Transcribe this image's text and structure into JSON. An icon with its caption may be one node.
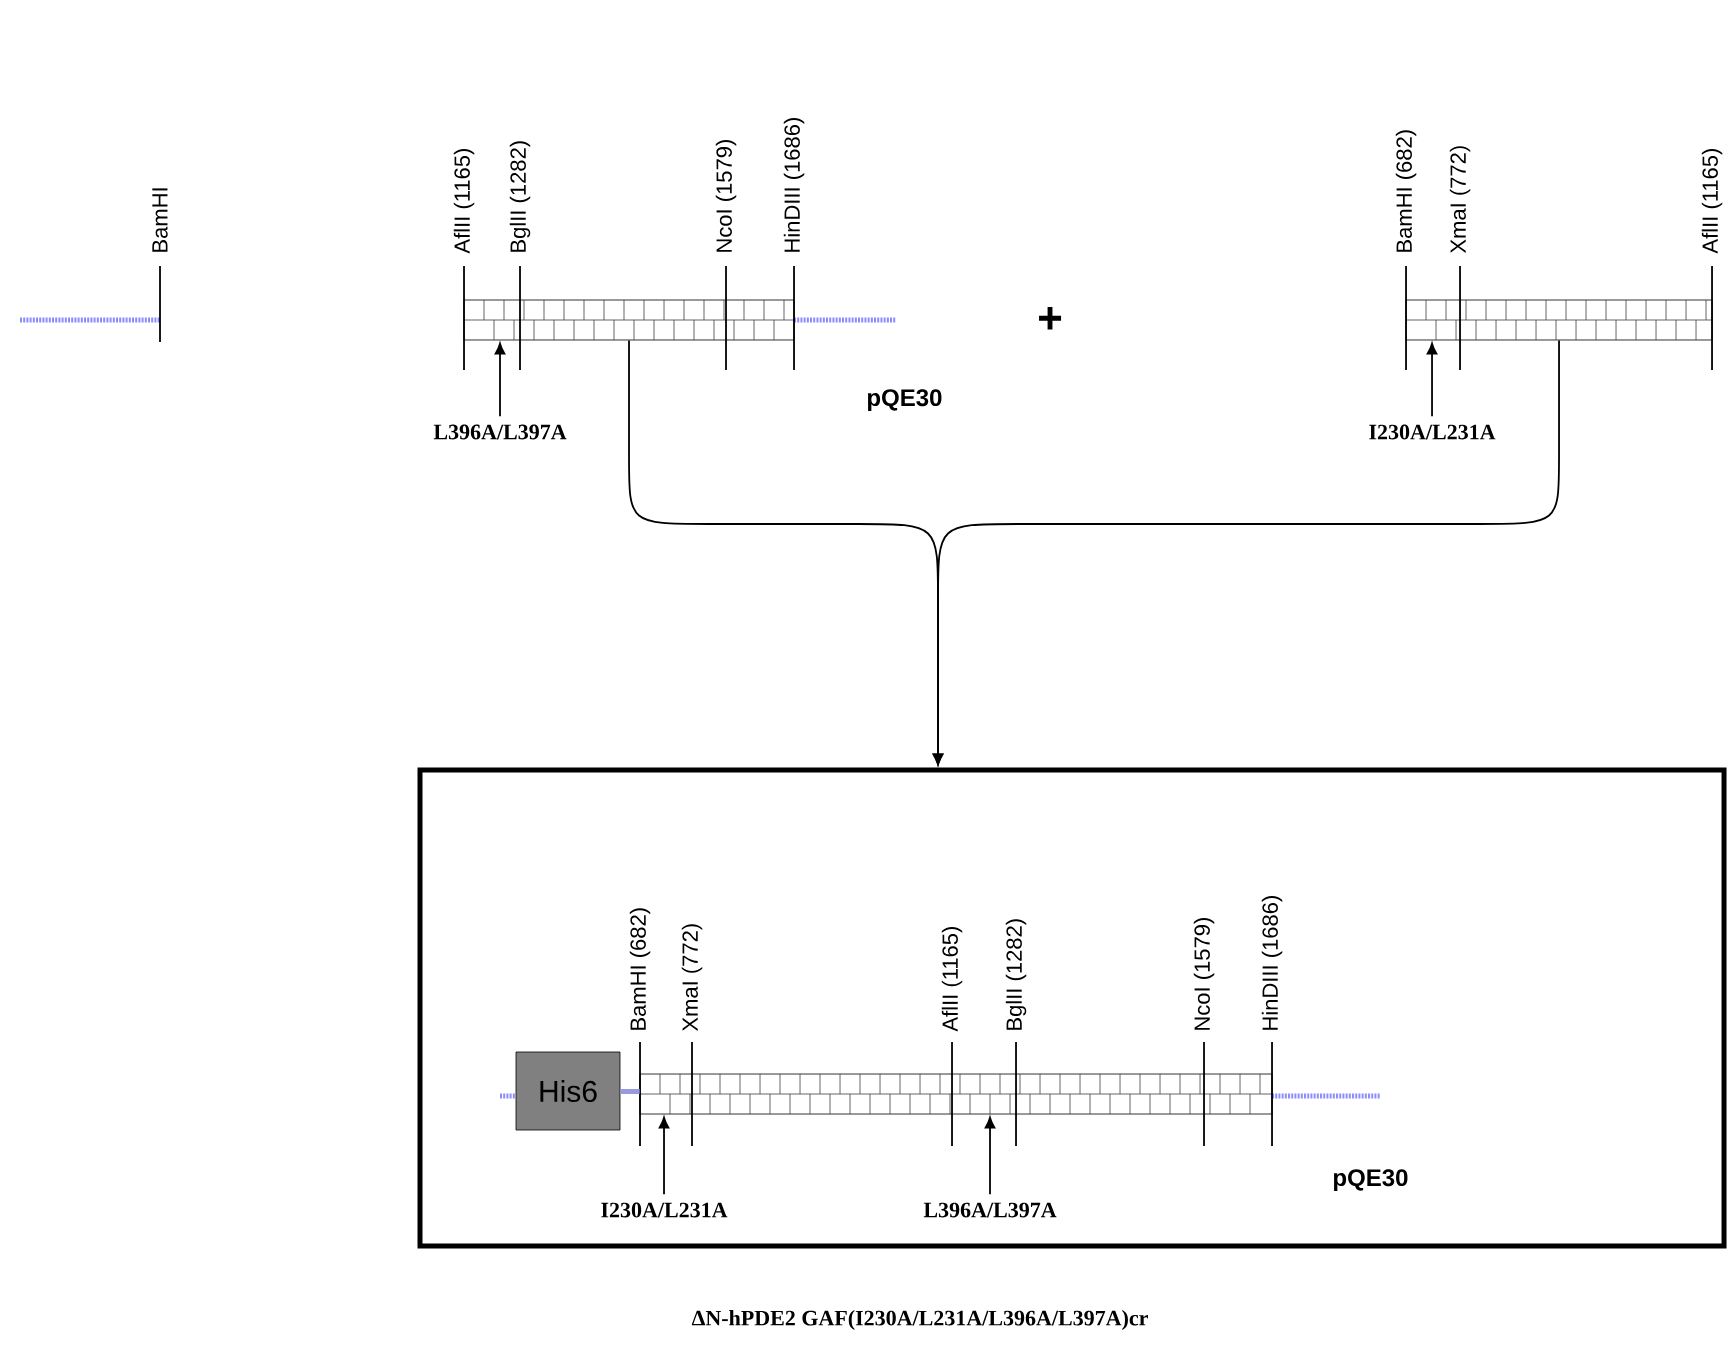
{
  "diagram": {
    "caption": "ΔN-hPDE2 GAF(I230A/L231A/L396A/L397A)cr",
    "nodes": [
      {
        "text": [],
        "shape": "bar"
      },
      {
        "text": [
          "L396A/L397A"
        ]
      },
      {
        "text": [],
        "shape": "bar"
      },
      {
        "text": [
          "I230A/L231A"
        ]
      },
      {
        "text": [],
        "shape": "box"
      },
      {
        "text": [
          "His6"
        ],
        "in": 4
      },
      {
        "text": [],
        "shape": "bar",
        "in": 4
      },
      {
        "text": [
          "I230A/L231A"
        ],
        "in": 4
      },
      {
        "text": [
          "L396A/L397A"
        ],
        "in": 4
      }
    ],
    "edges": [
      {
        "from": 1,
        "to": 0,
        "arrow": "to"
      },
      {
        "from": 3,
        "to": 2,
        "arrow": "to"
      },
      {
        "from": 0,
        "to": 4,
        "arrow": "to"
      },
      {
        "from": 2,
        "to": 4,
        "arrow": "to"
      },
      {
        "from": 7,
        "to": 6,
        "arrow": "to"
      },
      {
        "from": 8,
        "to": 6,
        "arrow": "to"
      },
      {
        "from": 5,
        "to": 6,
        "arrow": "none",
        "style": "thick",
        "color": "#9999dd"
      }
    ],
    "labels": [
      "BamHI",
      "AflII (1165)",
      "BglII (1282)",
      "NcoI (1579)",
      "HinDIII (1686)",
      "pQE30",
      "+",
      "BamHI (682)",
      "XmaI (772)",
      "AflII (1165)",
      "BamHI (682)",
      "XmaI (772)",
      "AflII (1165)",
      "BglII (1282)",
      "NcoI (1579)",
      "HinDIII (1686)",
      "pQE30"
    ]
  }
}
